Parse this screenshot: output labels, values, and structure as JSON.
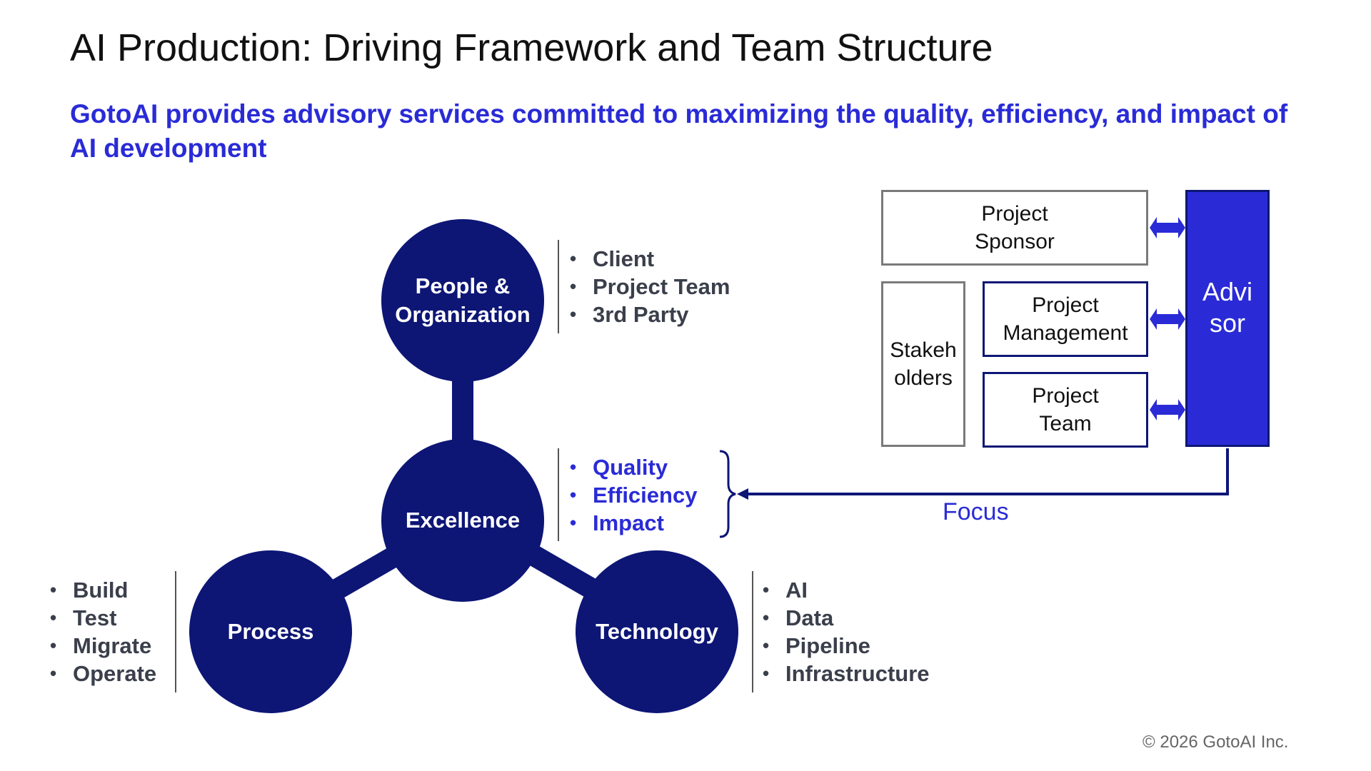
{
  "title": "AI Production: Driving Framework and Team Structure",
  "subtitle": "GotoAI provides advisory services committed to maximizing the quality, efficiency, and impact of AI development",
  "circles": {
    "people": [
      "People &",
      "Organization"
    ],
    "excellence": "Excellence",
    "process": "Process",
    "technology": "Technology"
  },
  "lists": {
    "people": [
      "Client",
      "Project Team",
      "3rd Party"
    ],
    "excellence": [
      "Quality",
      "Efficiency",
      "Impact"
    ],
    "process": [
      "Build",
      "Test",
      "Migrate",
      "Operate"
    ],
    "technology": [
      "AI",
      "Data",
      "Pipeline",
      "Infrastructure"
    ]
  },
  "org": {
    "sponsor": [
      "Project",
      "Sponsor"
    ],
    "stakeholders": [
      "Stakeh",
      "olders"
    ],
    "management": [
      "Project",
      "Management"
    ],
    "team": [
      "Project",
      "Team"
    ],
    "advisor": [
      "Advi",
      "sor"
    ]
  },
  "focus_label": "Focus",
  "copyright": "© 2026 GotoAI Inc.",
  "colors": {
    "navy": "#0d1675",
    "blue": "#2a2bd6"
  }
}
